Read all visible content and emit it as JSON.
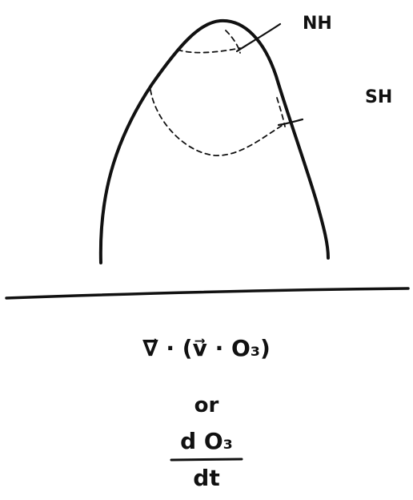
{
  "labels": {
    "nh": "NH",
    "sh": "SH"
  },
  "equations": {
    "divergence": "∇⃗ · (v⃗ · O₃)",
    "or": "or",
    "derivative_numerator": "d O₃",
    "derivative_denominator": "dt"
  },
  "colors": {
    "ink": "#111111",
    "background": "#ffffff"
  }
}
